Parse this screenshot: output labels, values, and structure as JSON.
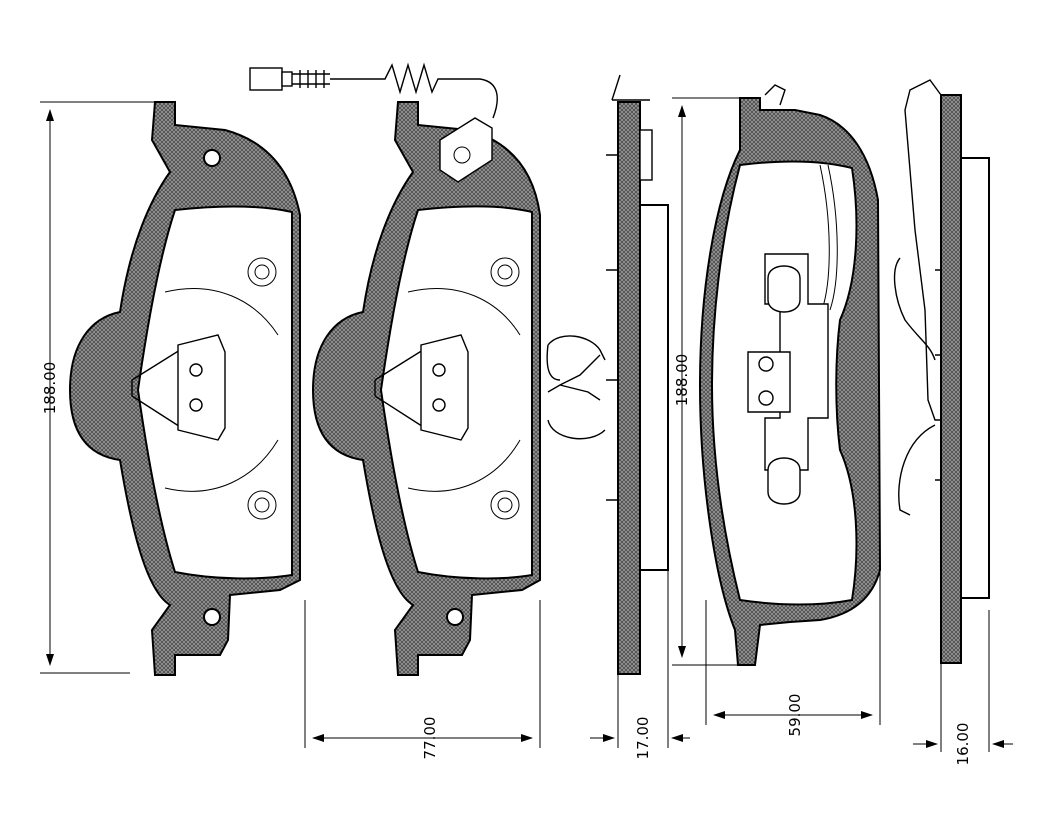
{
  "dimensions": {
    "height_front": "188.00",
    "width": "77.00",
    "thickness_a": "17.00",
    "height_back": "188.00",
    "width_back": "59.00",
    "thickness_b": "16.00"
  }
}
